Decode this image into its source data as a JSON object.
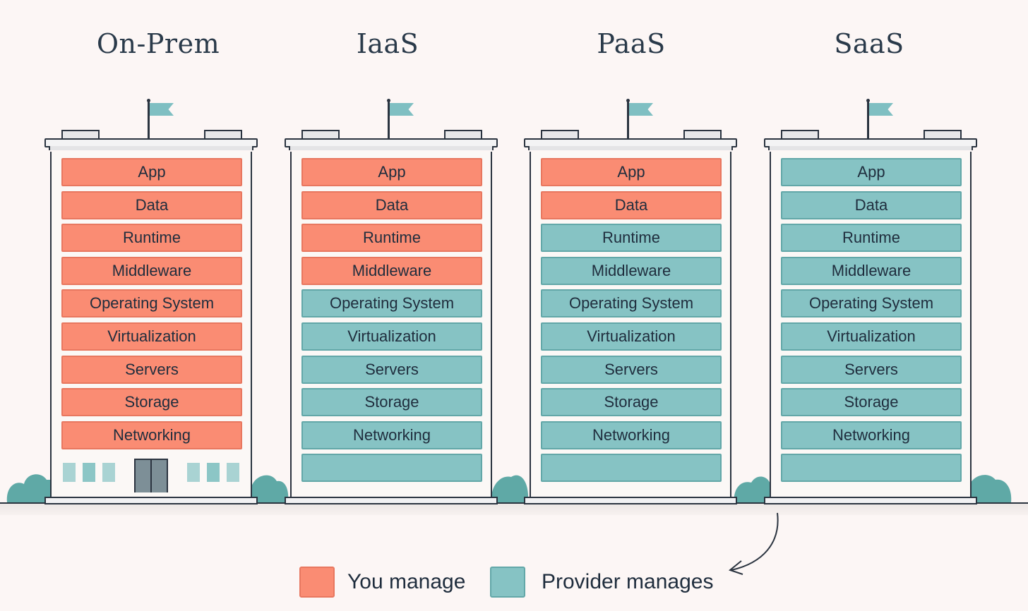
{
  "diagram": {
    "columns": [
      {
        "title": "On-Prem",
        "bottom": "building-entrance",
        "layers": [
          {
            "label": "App",
            "managed_by": "you"
          },
          {
            "label": "Data",
            "managed_by": "you"
          },
          {
            "label": "Runtime",
            "managed_by": "you"
          },
          {
            "label": "Middleware",
            "managed_by": "you"
          },
          {
            "label": "Operating System",
            "managed_by": "you"
          },
          {
            "label": "Virtualization",
            "managed_by": "you"
          },
          {
            "label": "Servers",
            "managed_by": "you"
          },
          {
            "label": "Storage",
            "managed_by": "you"
          },
          {
            "label": "Networking",
            "managed_by": "you"
          }
        ]
      },
      {
        "title": "IaaS",
        "bottom": "empty-provider-layer",
        "layers": [
          {
            "label": "App",
            "managed_by": "you"
          },
          {
            "label": "Data",
            "managed_by": "you"
          },
          {
            "label": "Runtime",
            "managed_by": "you"
          },
          {
            "label": "Middleware",
            "managed_by": "you"
          },
          {
            "label": "Operating System",
            "managed_by": "provider"
          },
          {
            "label": "Virtualization",
            "managed_by": "provider"
          },
          {
            "label": "Servers",
            "managed_by": "provider"
          },
          {
            "label": "Storage",
            "managed_by": "provider"
          },
          {
            "label": "Networking",
            "managed_by": "provider"
          }
        ]
      },
      {
        "title": "PaaS",
        "bottom": "empty-provider-layer",
        "layers": [
          {
            "label": "App",
            "managed_by": "you"
          },
          {
            "label": "Data",
            "managed_by": "you"
          },
          {
            "label": "Runtime",
            "managed_by": "provider"
          },
          {
            "label": "Middleware",
            "managed_by": "provider"
          },
          {
            "label": "Operating System",
            "managed_by": "provider"
          },
          {
            "label": "Virtualization",
            "managed_by": "provider"
          },
          {
            "label": "Servers",
            "managed_by": "provider"
          },
          {
            "label": "Storage",
            "managed_by": "provider"
          },
          {
            "label": "Networking",
            "managed_by": "provider"
          }
        ]
      },
      {
        "title": "SaaS",
        "bottom": "empty-provider-layer",
        "layers": [
          {
            "label": "App",
            "managed_by": "provider"
          },
          {
            "label": "Data",
            "managed_by": "provider"
          },
          {
            "label": "Runtime",
            "managed_by": "provider"
          },
          {
            "label": "Middleware",
            "managed_by": "provider"
          },
          {
            "label": "Operating System",
            "managed_by": "provider"
          },
          {
            "label": "Virtualization",
            "managed_by": "provider"
          },
          {
            "label": "Servers",
            "managed_by": "provider"
          },
          {
            "label": "Storage",
            "managed_by": "provider"
          },
          {
            "label": "Networking",
            "managed_by": "provider"
          }
        ]
      }
    ]
  },
  "legend": {
    "you": {
      "label": "You manage",
      "color": "#fa8c73"
    },
    "provider": {
      "label": "Provider manages",
      "color": "#86c3c4"
    }
  },
  "colors": {
    "background": "#fcf6f5",
    "outline": "#2b3440",
    "flag": "#7fbfc2",
    "bush": "#5fa9a6"
  },
  "icons": {
    "flag": "flag-icon",
    "arrow": "curved-arrow-icon",
    "bush": "bush-icon",
    "door": "door-icon",
    "window": "window-icon"
  }
}
